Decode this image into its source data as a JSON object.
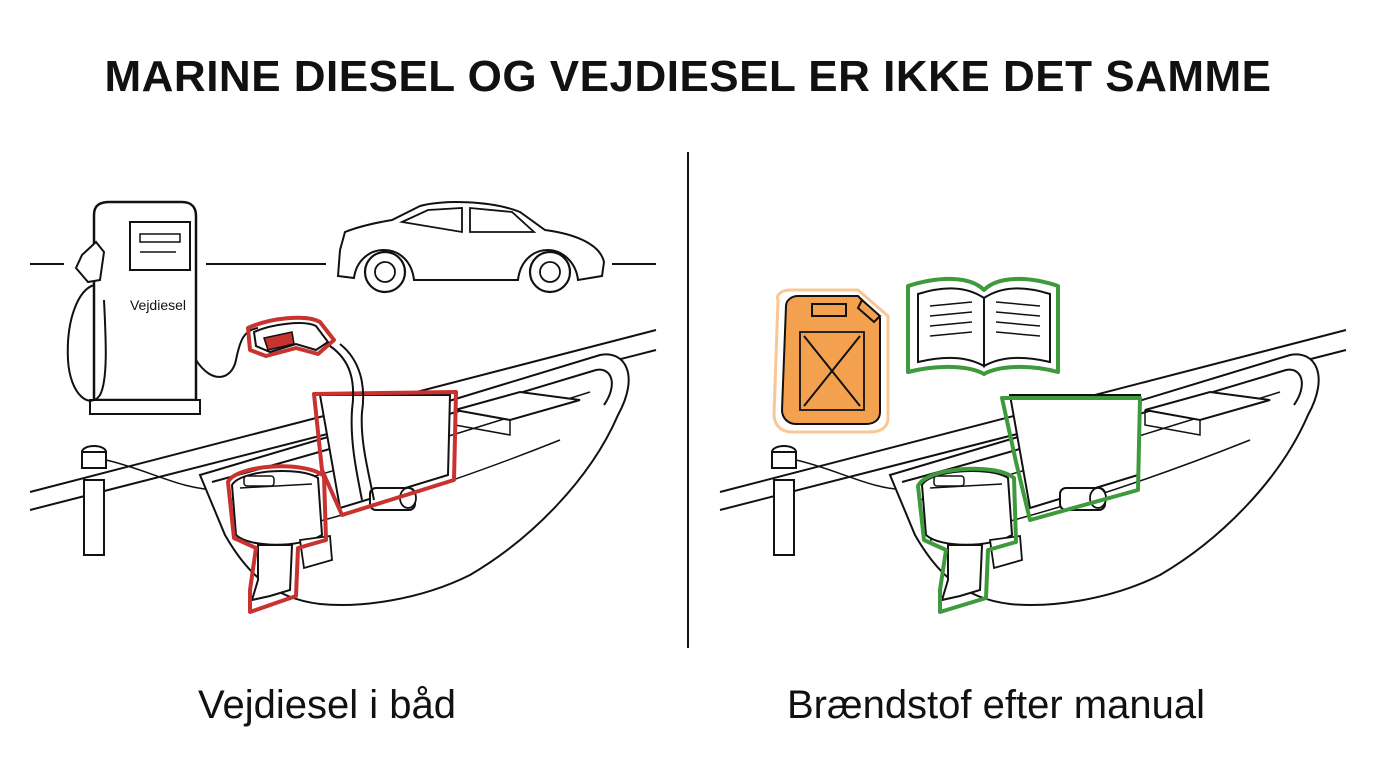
{
  "title": "MARINE DIESEL OG VEJDIESEL ER IKKE DET SAMME",
  "left_panel": {
    "pump_label": "Vejdiesel",
    "caption": "Vejdiesel i båd",
    "highlight_color": "#c8322f"
  },
  "right_panel": {
    "caption": "Brændstof efter manual",
    "highlight_color": "#3f9a3c",
    "jerrycan_color": "#f4a14f"
  }
}
